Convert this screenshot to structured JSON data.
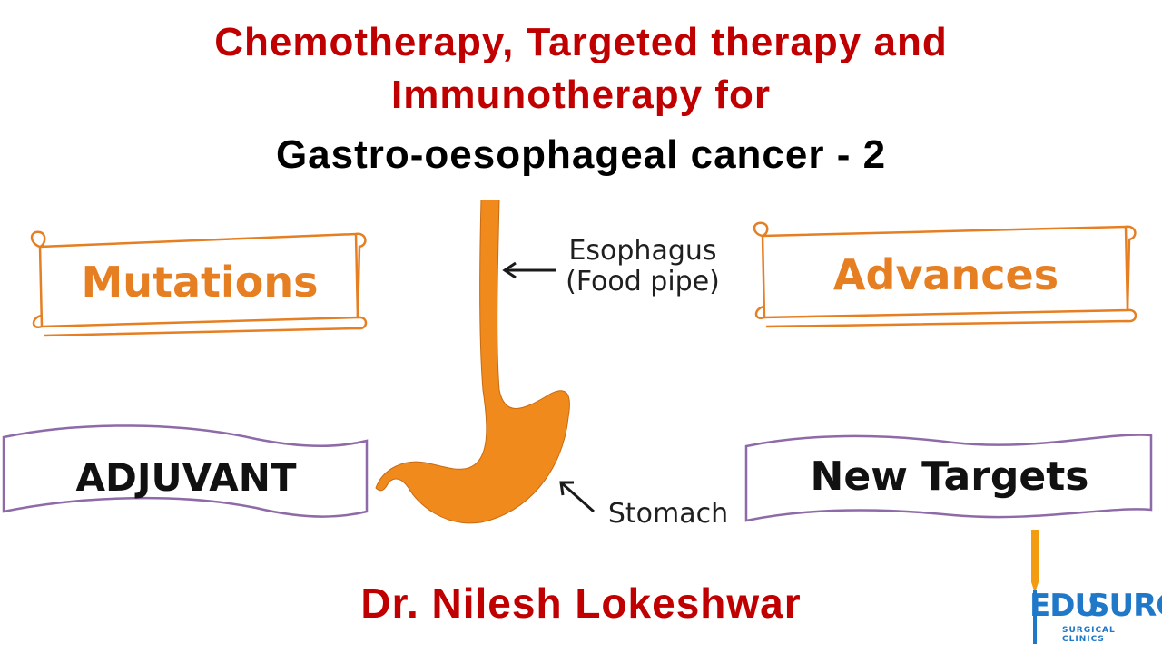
{
  "title": {
    "line1": "Chemotherapy, Targeted therapy and",
    "line2": "Immunotherapy for",
    "line3": "Gastro-oesophageal cancer - 2"
  },
  "scrolls": {
    "left": "Mutations",
    "right": "Advances"
  },
  "banners": {
    "left": "ADJUVANT",
    "right": "New Targets"
  },
  "diagram": {
    "esophagus_line1": "Esophagus",
    "esophagus_line2": "(Food pipe)",
    "stomach": "Stomach"
  },
  "author": "Dr. Nilesh Lokeshwar",
  "logo": {
    "word1": "EDU",
    "word2": "SURG",
    "subtitle": "SURGICAL CLINICS"
  },
  "colors": {
    "title_red": "#c00000",
    "title_black": "#000000",
    "accent_orange": "#e67e22",
    "organ_orange": "#f08a1c",
    "banner_purple": "#8e6aa8",
    "logo_blue": "#1f78c8",
    "logo_orange": "#f39c12"
  }
}
